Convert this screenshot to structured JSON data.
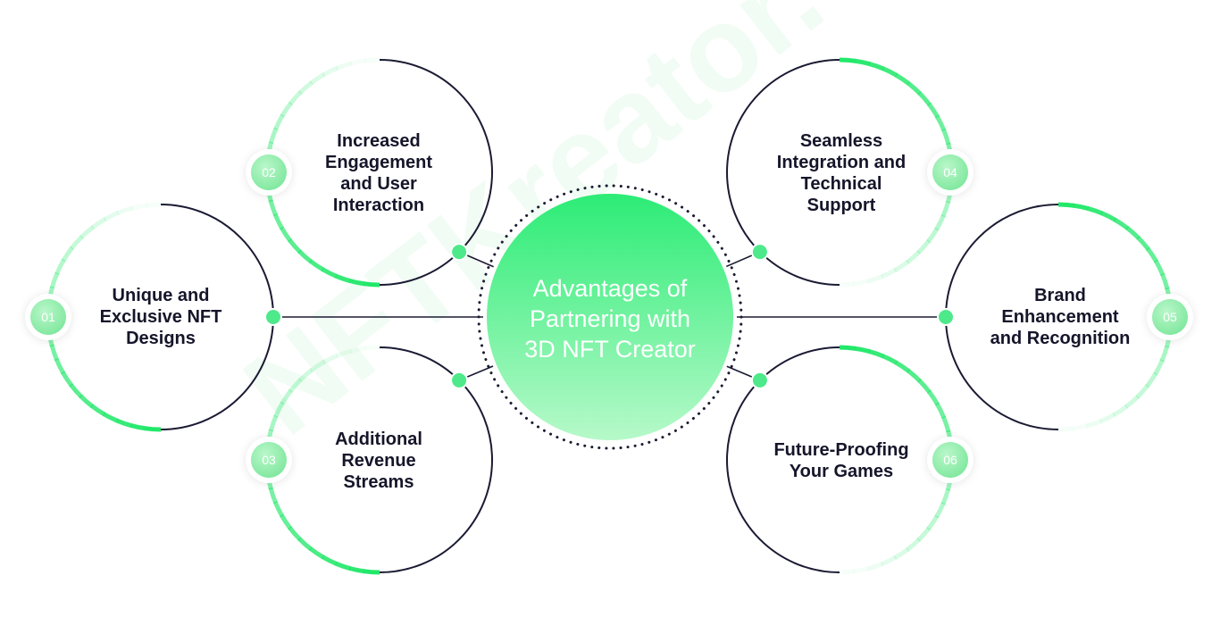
{
  "diagram": {
    "center_title": [
      "Advantages of",
      "Partnering with",
      "3D NFT Creator"
    ],
    "items": [
      {
        "number": "01",
        "label": [
          "Unique and",
          "Exclusive NFT",
          "Designs"
        ]
      },
      {
        "number": "02",
        "label": [
          "Increased",
          "Engagement",
          "and User",
          "Interaction"
        ]
      },
      {
        "number": "03",
        "label": [
          "Additional",
          "Revenue",
          "Streams"
        ]
      },
      {
        "number": "04",
        "label": [
          "Seamless",
          "Integration and",
          "Technical",
          "Support"
        ]
      },
      {
        "number": "05",
        "label": [
          "Brand",
          "Enhancement",
          "and Recognition"
        ]
      },
      {
        "number": "06",
        "label": [
          "Future-Proofing",
          "Your Games"
        ]
      }
    ],
    "watermark": "NFTKreator.",
    "colors": {
      "accent": "#22e86a",
      "dark": "#1a1a33",
      "center_top": "#2cec76",
      "center_bottom": "#b6f9c9"
    }
  }
}
